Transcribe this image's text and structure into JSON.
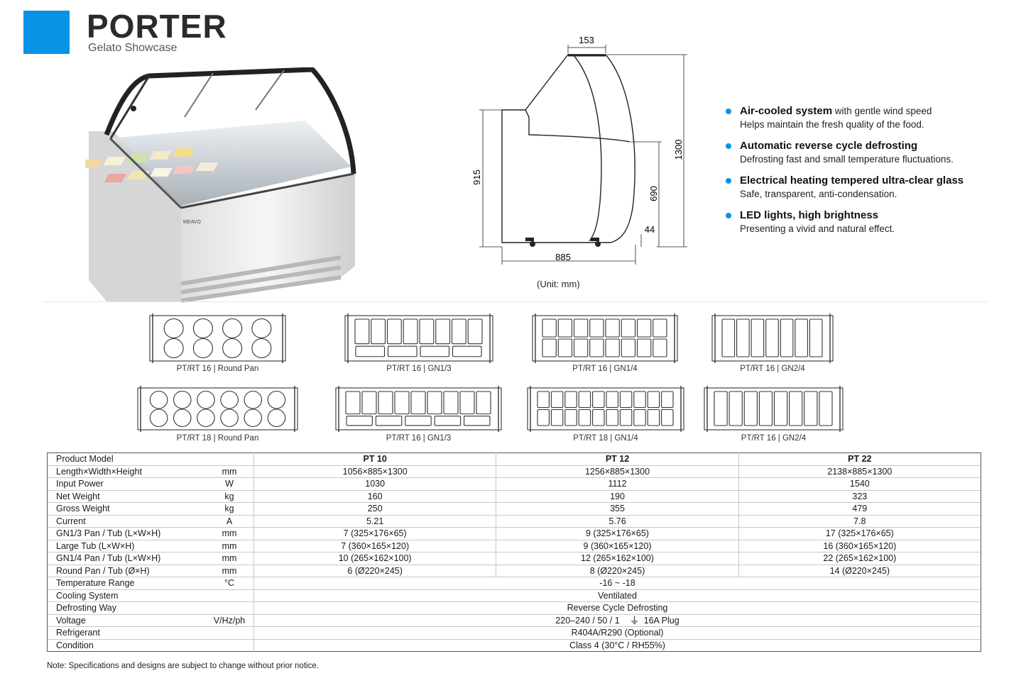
{
  "header": {
    "title": "PORTER",
    "subtitle": "Gelato Showcase"
  },
  "product_image": {
    "brand_text": "MEAVO"
  },
  "diagram": {
    "dims": {
      "top": "153",
      "height_total": "1300",
      "height_front": "915",
      "height_glass": "690",
      "base": "44",
      "depth": "885"
    },
    "unit_note": "(Unit: mm)"
  },
  "features": [
    {
      "head": "Air-cooled system",
      "tail": " with gentle wind speed",
      "desc": "Helps maintain the fresh quality of the food."
    },
    {
      "head": "Automatic reverse cycle defrosting",
      "tail": "",
      "desc": "Defrosting fast and small temperature fluctuations."
    },
    {
      "head": "Electrical heating tempered ultra-clear glass",
      "tail": "",
      "desc": "Safe, transparent, anti-condensation."
    },
    {
      "head": "LED lights, high brightness",
      "tail": "",
      "desc": "Presenting a vivid and natural effect."
    }
  ],
  "pan_layouts": [
    "PT/RT 16 | Round Pan",
    "PT/RT 16 | GN1/3",
    "PT/RT 16 | GN1/4",
    "PT/RT 16 | GN2/4",
    "PT/RT 18 | Round Pan",
    "PT/RT 16 | GN1/3",
    "PT/RT 18 | GN1/4",
    "PT/RT 16 | GN2/4"
  ],
  "spec_table": {
    "header": [
      "Product Model",
      "",
      "PT 10",
      "PT 12",
      "PT 22"
    ],
    "rows": [
      [
        "Length×Width×Height",
        "mm",
        "1056×885×1300",
        "1256×885×1300",
        "2138×885×1300"
      ],
      [
        "Input Power",
        "W",
        "1030",
        "1112",
        "1540"
      ],
      [
        "Net Weight",
        "kg",
        "160",
        "190",
        "323"
      ],
      [
        "Gross Weight",
        "kg",
        "250",
        "355",
        "479"
      ],
      [
        "Current",
        "A",
        "5.21",
        "5.76",
        "7.8"
      ],
      [
        "GN1/3 Pan / Tub (L×W×H)",
        "mm",
        "7  (325×176×65)",
        "9  (325×176×65)",
        "17  (325×176×65)"
      ],
      [
        "Large Tub (L×W×H)",
        "mm",
        "7  (360×165×120)",
        "9  (360×165×120)",
        "16  (360×165×120)"
      ],
      [
        "GN1/4 Pan / Tub (L×W×H)",
        "mm",
        "10  (265×162×100)",
        "12  (265×162×100)",
        "22  (265×162×100)"
      ],
      [
        "Round Pan / Tub (Ø×H)",
        "mm",
        "6  (Ø220×245)",
        "8  (Ø220×245)",
        "14  (Ø220×245)"
      ]
    ],
    "merged_rows": [
      [
        "Temperature Range",
        "°C",
        "-16  ~  -18"
      ],
      [
        "Cooling System",
        "",
        "Ventilated"
      ],
      [
        "Defrosting Way",
        "",
        "Reverse Cycle Defrosting"
      ],
      [
        "Voltage",
        "V/Hz/ph",
        "220–240 / 50 / 1",
        "16A Plug"
      ],
      [
        "Refrigerant",
        "",
        "R404A/R290  (Optional)"
      ],
      [
        "Condition",
        "",
        "Class 4  (30°C / RH55%)"
      ]
    ]
  },
  "footnote": "Note: Specifications and designs are subject to change without prior notice."
}
